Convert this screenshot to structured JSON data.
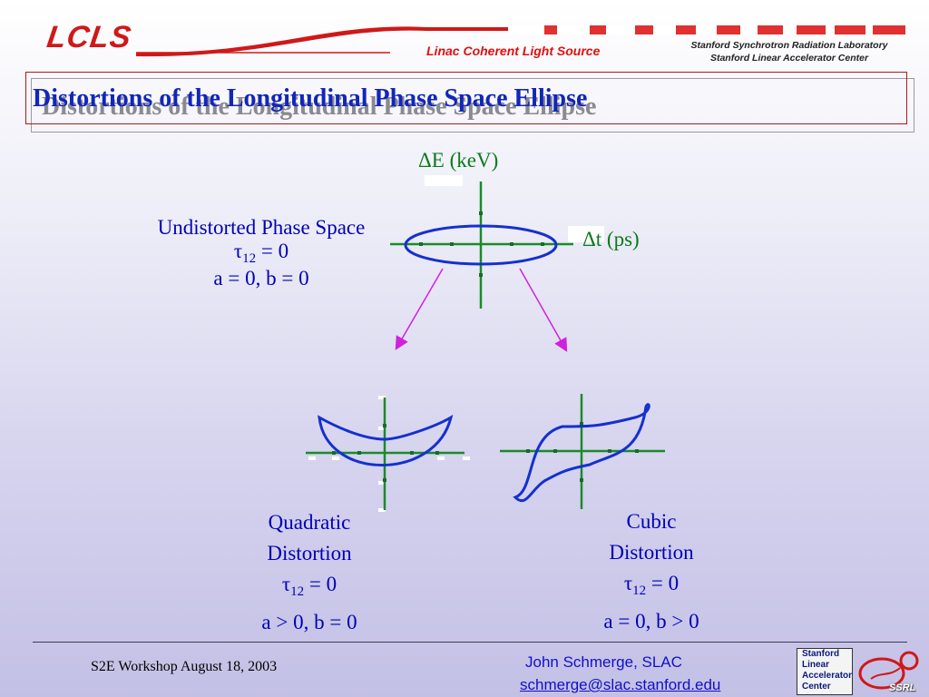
{
  "header": {
    "logo_text": "LCLS",
    "subtitle": "Linac Coherent Light Source",
    "org_line1": "Stanford Synchrotron Radiation Laboratory",
    "org_line2": "Stanford Linear Accelerator Center"
  },
  "slide_title": "Distortions of the Longitudinal Phase Space Ellipse",
  "diagram": {
    "axis_y_label": "ΔE (keV)",
    "axis_x_label": "Δt (ps)",
    "undistorted": {
      "name": "Undistorted Phase Space",
      "tau_sym": "τ",
      "tau_sub": "12",
      "tau_val": " = 0",
      "params": "a = 0,  b = 0"
    },
    "quadratic": {
      "line1": "Quadratic",
      "line2": "Distortion",
      "tau_sym": "τ",
      "tau_sub": "12",
      "tau_val": " = 0",
      "params": "a > 0,  b = 0"
    },
    "cubic": {
      "line1": "Cubic",
      "line2": "Distortion",
      "tau_sym": "τ",
      "tau_sub": "12",
      "tau_val": " = 0",
      "params": "a = 0,  b > 0"
    },
    "colors": {
      "curve": "#1530d0",
      "axis": "#1a8a2a",
      "arrow": "#d020e0",
      "text": "#0000b8"
    }
  },
  "footer": {
    "date": "S2E Workshop August 18, 2003",
    "author": "John Schmerge, SLAC",
    "email": "schmerge@slac.stanford.edu",
    "logo_lines": [
      "Stanford",
      "Linear",
      "Accelerator",
      "Center"
    ],
    "logo_word": "SSRL"
  }
}
